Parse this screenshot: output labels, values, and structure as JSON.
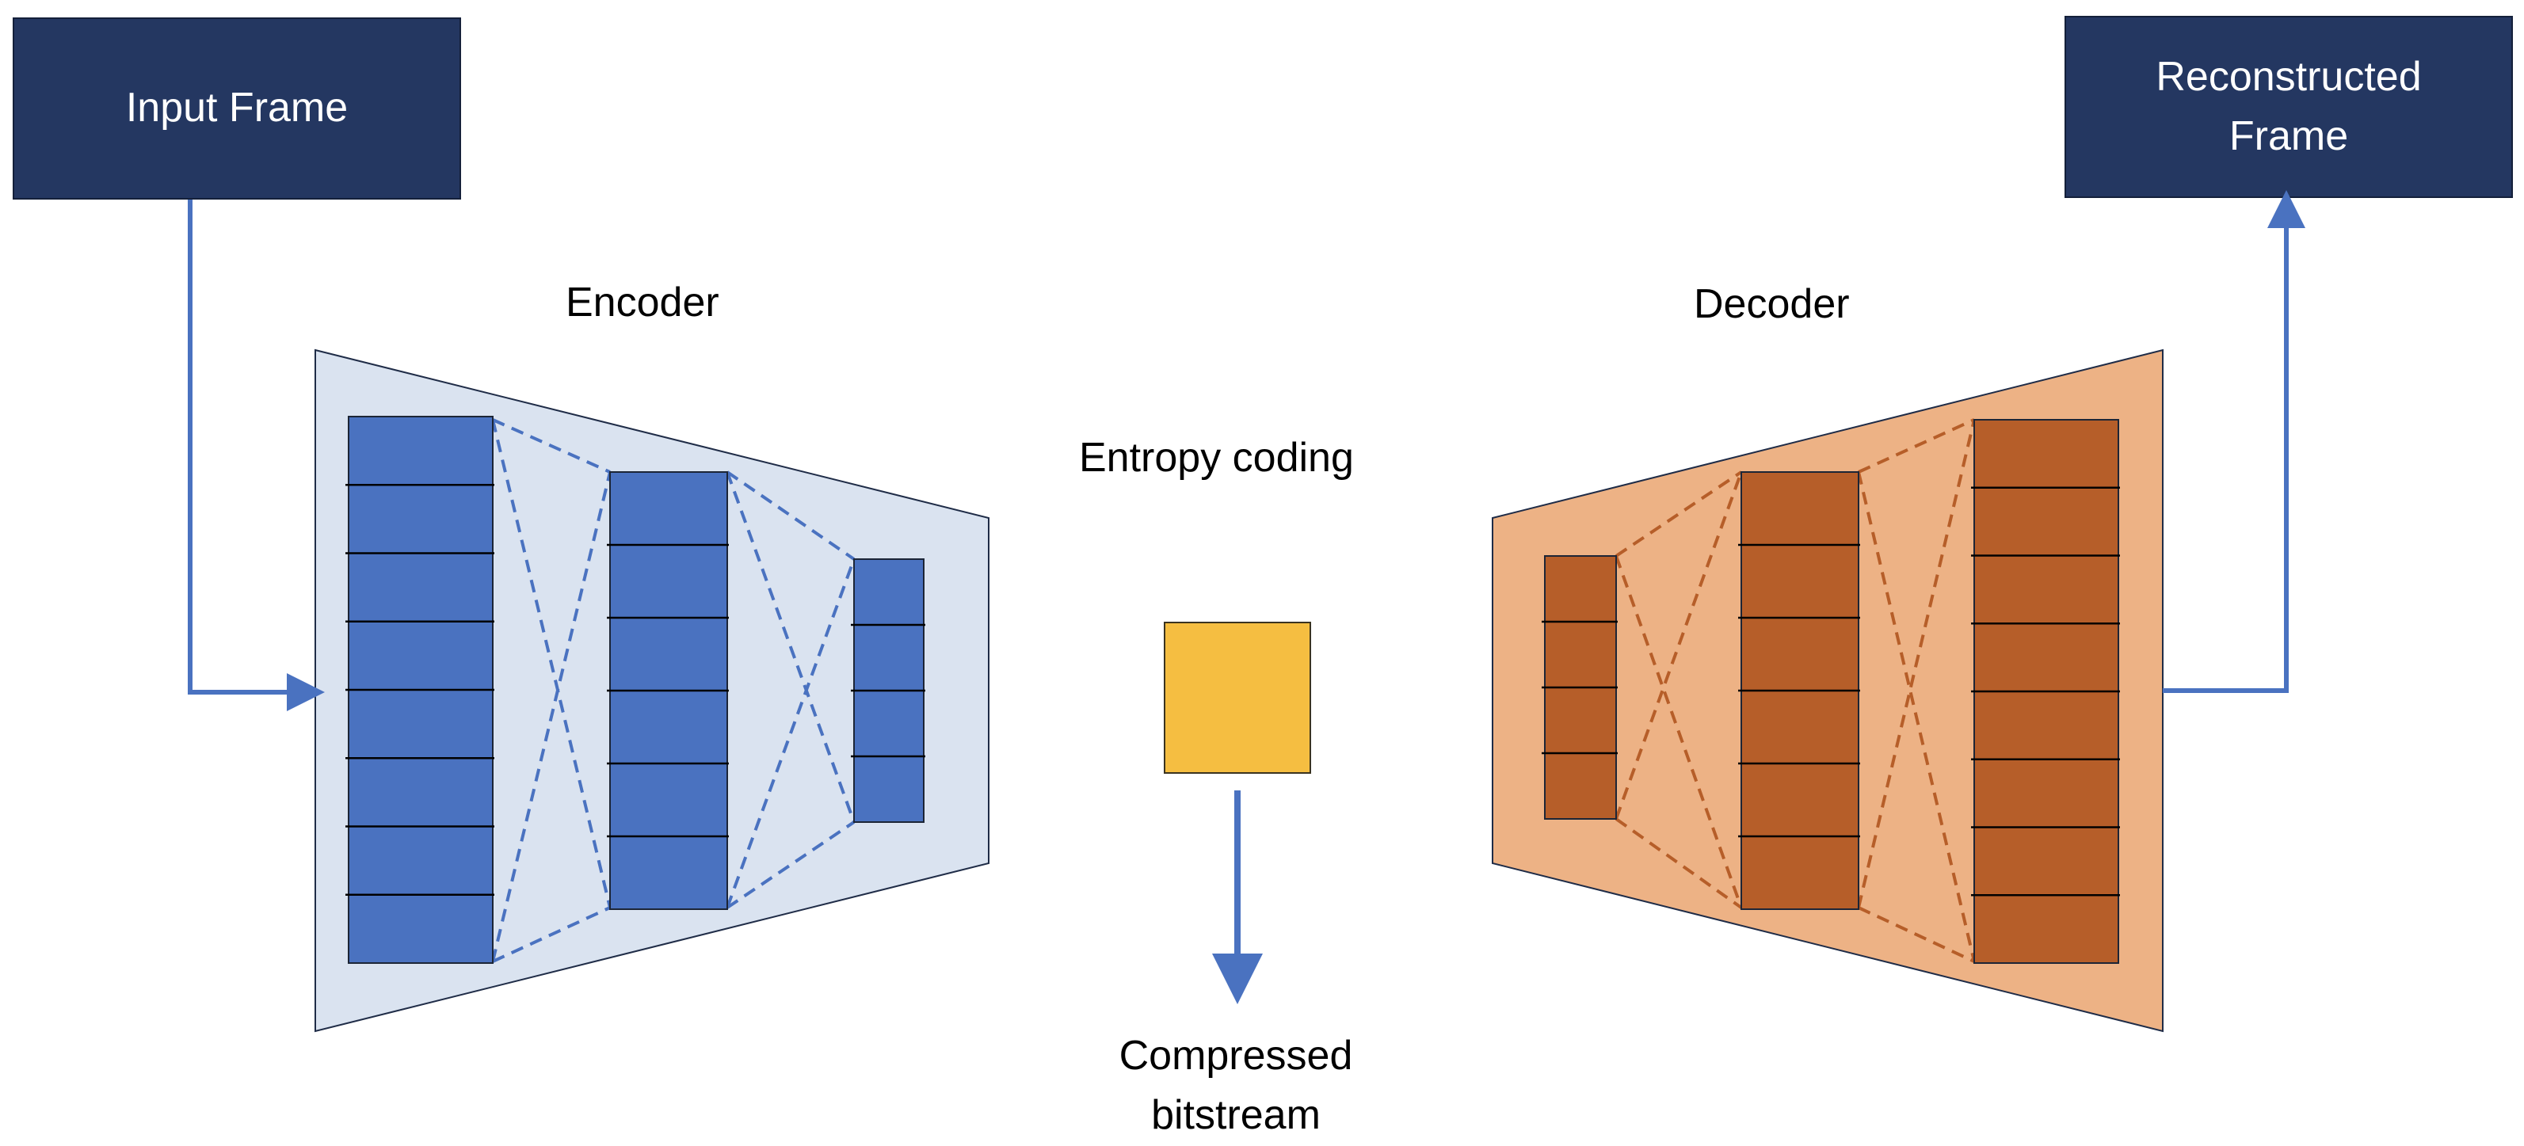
{
  "input_box": {
    "label": "Input Frame"
  },
  "output_box": {
    "line1": "Reconstructed",
    "line2": "Frame"
  },
  "encoder": {
    "label": "Encoder",
    "fill": "#dae3f0",
    "layer_fill": "#4a72c0",
    "link_color": "#4a72c0",
    "layer_cells": [
      8,
      6,
      4
    ]
  },
  "decoder": {
    "label": "Decoder",
    "fill": "#edb285",
    "layer_fill": "#b65e29",
    "link_color": "#b65e29",
    "layer_cells": [
      4,
      6,
      8
    ]
  },
  "entropy": {
    "label": "Entropy coding",
    "fill": "#f5be41"
  },
  "bitstream": {
    "line1": "Compressed",
    "line2": "bitstream"
  },
  "colors": {
    "box_fill": "#243761",
    "arrow": "#4a72c0",
    "outline": "#1f2c47"
  }
}
